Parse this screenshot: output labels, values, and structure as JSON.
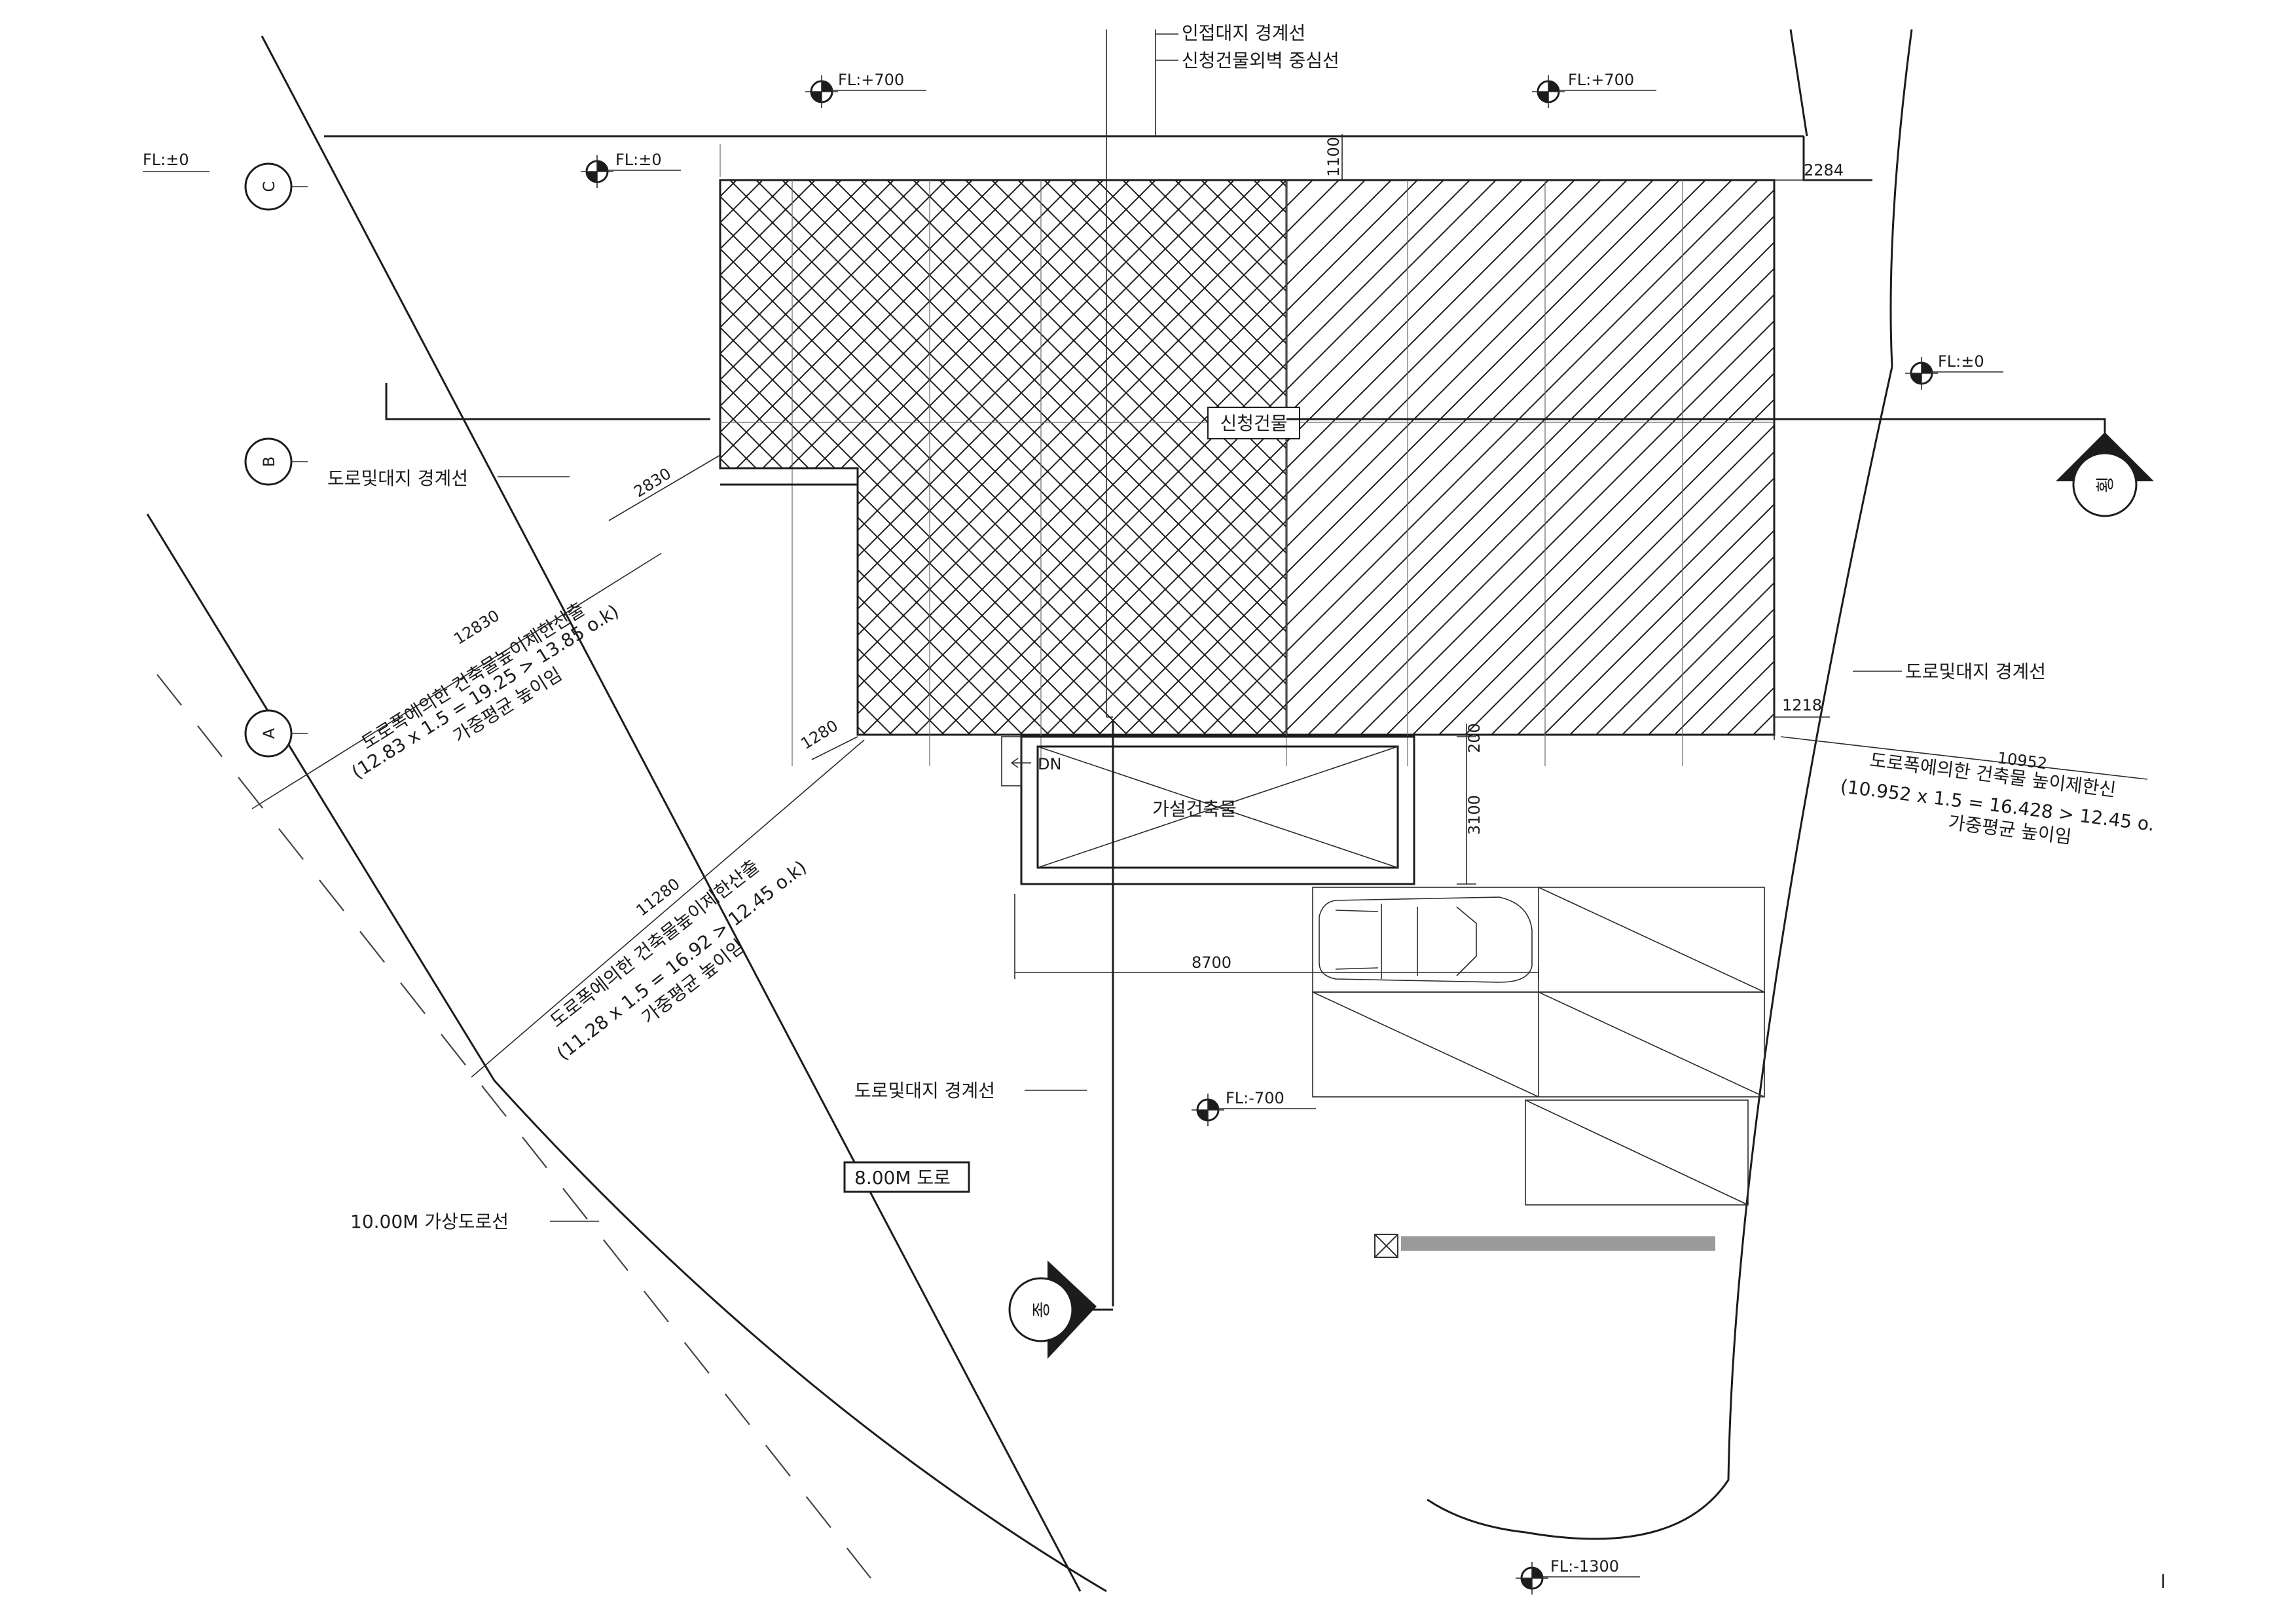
{
  "levels": {
    "fl_top_left": "FL:+700",
    "fl_top_right": "FL:+700",
    "fl_corner": "FL:±0",
    "fl_left": "FL:±0",
    "fl_right": "FL:±0",
    "fl_parking": "FL:-700",
    "fl_bottom": "FL:-1300"
  },
  "grid": {
    "c": "C",
    "b": "B",
    "a": "A"
  },
  "legend": {
    "line1": "인접대지 경계선",
    "line2": "신청건물외벽 중심선"
  },
  "labels": {
    "building": "신청건물",
    "temporary": "가설건축물",
    "dn": "DN",
    "road": "8.00M 도로",
    "virtual_road": "10.00M 가상도로선",
    "boundary_left": "도로및대지 경계선",
    "boundary_right": "도로및대지 경계선",
    "boundary_bottom": "도로및대지 경계선"
  },
  "section_marks": {
    "horizontal": "횡",
    "vertical": "종"
  },
  "dimensions": {
    "d1100": "1100",
    "d2284": "2284",
    "d2830": "2830",
    "d1280": "1280",
    "d1218": "1218",
    "d200": "200",
    "d3100": "3100",
    "d8700": "8700"
  },
  "notes": {
    "a": {
      "dist": "12830",
      "l1": "도로폭에의한 건축물높이제한산출",
      "l2": "(12.83 x 1.5 = 19.25 > 13.85 o.k)",
      "l3": "가중평균 높이임"
    },
    "b": {
      "dist": "11280",
      "l1": "도로폭에의한 건축물높이제한산출",
      "l2": "(11.28 x 1.5 = 16.92 > 12.45 o.k)",
      "l3": "가중평균 높이임"
    },
    "c": {
      "dist": "10952",
      "l1": "도로폭에의한 건축물 높이제한신",
      "l2": "(10.952 x 1.5 = 16.428 > 12.45 o.",
      "l3": "가중평균 높이임"
    }
  },
  "page_mark": "l"
}
